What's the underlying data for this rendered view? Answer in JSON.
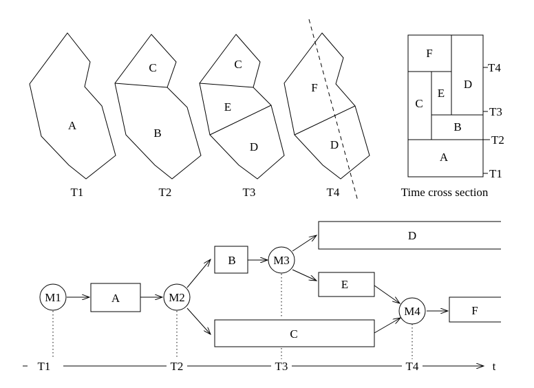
{
  "regions": {
    "t1": {
      "a": "A"
    },
    "t2": {
      "c": "C",
      "b": "B"
    },
    "t3": {
      "c": "C",
      "e": "E",
      "d": "D"
    },
    "t4": {
      "f": "F",
      "d": "D"
    }
  },
  "panel_captions": [
    "T1",
    "T2",
    "T3",
    "T4"
  ],
  "cross_section": {
    "cells": {
      "f": "F",
      "d": "D",
      "c": "C",
      "e": "E",
      "b": "B",
      "a": "A"
    },
    "time_labels": [
      "T4",
      "T3",
      "T2",
      "T1"
    ],
    "caption": "Time cross section"
  },
  "flow": {
    "merge_nodes": [
      "M1",
      "M2",
      "M3",
      "M4"
    ],
    "region_boxes": {
      "a": "A",
      "b": "B",
      "c": "C",
      "d": "D",
      "e": "E",
      "f": "F"
    },
    "axis": {
      "ticks": [
        "T1",
        "T2",
        "T3",
        "T4"
      ],
      "end_label": "t"
    }
  }
}
